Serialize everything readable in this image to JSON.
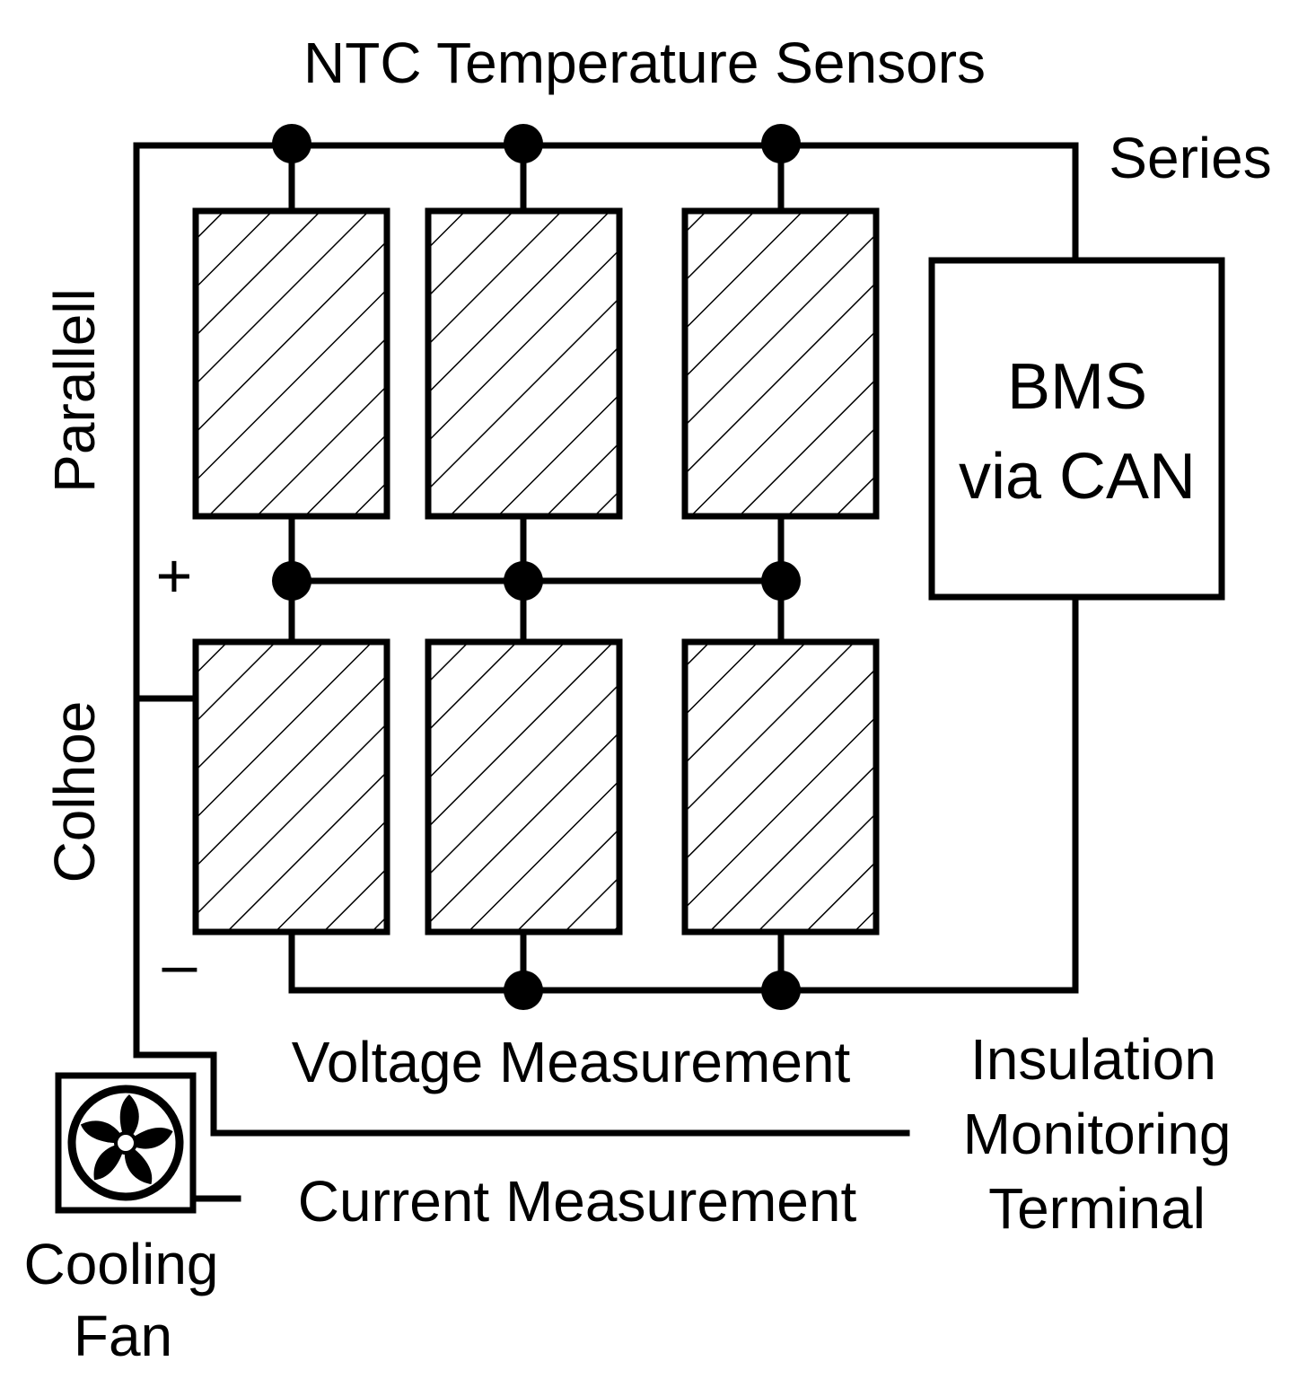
{
  "labels": {
    "ntc_sensors": "NTC Temperature Sensors",
    "series": "Series",
    "parallel": "Parallell",
    "colhoe": "Colhoe",
    "plus": "+",
    "minus": "–",
    "bms_line1": "BMS",
    "bms_line2": "via CAN",
    "voltage_measurement": "Voltage Measurement",
    "current_measurement": "Current Measurement",
    "insulation_line1": "Insulation",
    "insulation_line2": "Monitoring",
    "insulation_line3": "Terminal",
    "cooling_line1": "Cooling",
    "cooling_line2": "Fan"
  },
  "cells": {
    "rows": 2,
    "columns": 3
  },
  "icons": {
    "fan": "cooling-fan-icon"
  },
  "colors": {
    "stroke": "#000000",
    "background": "#ffffff"
  }
}
